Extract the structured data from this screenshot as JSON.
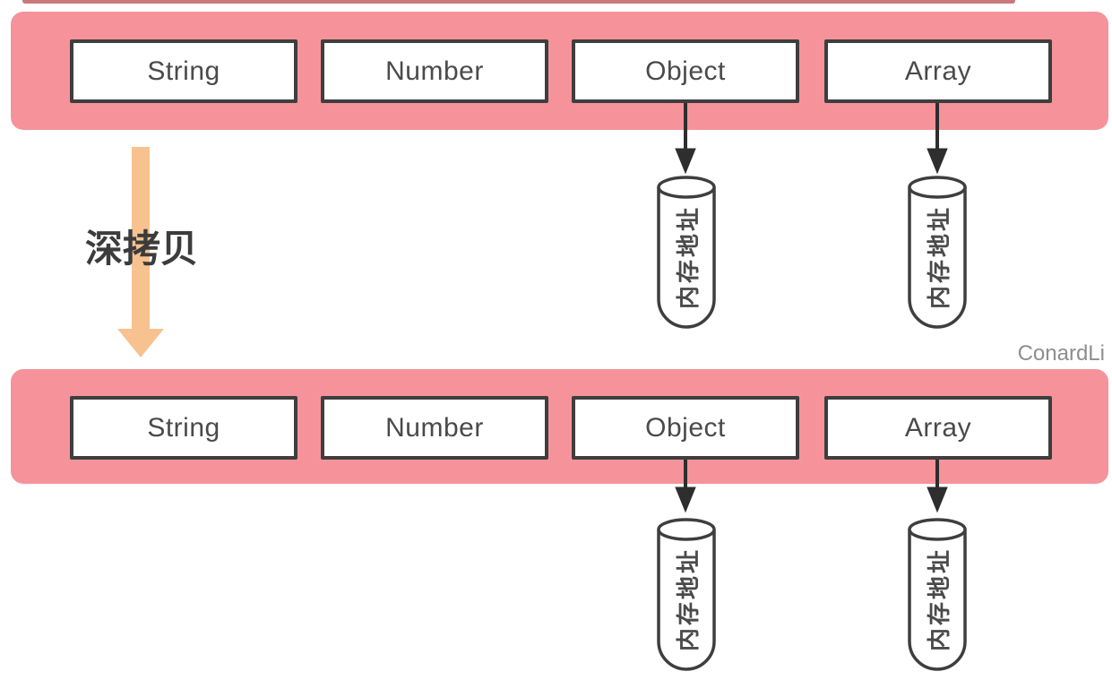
{
  "diagram_title": "深拷贝",
  "watermark": "ConardLi",
  "memory_cell_label": "内存地址",
  "colors": {
    "bar_pink": "#f6939a",
    "box_border": "#3e3e3e",
    "box_text": "#4a4a4a",
    "arrow_black": "#2e2e2e",
    "deep_copy_arrow_orange": "#f7c28f",
    "deep_copy_text": "#3c3c3c",
    "cylinder_stroke": "#3e3e3e",
    "watermark_gray": "#8e8e8e"
  },
  "rows": [
    {
      "name": "original",
      "boxes": [
        {
          "label": "String",
          "points_to_memory": false
        },
        {
          "label": "Number",
          "points_to_memory": false
        },
        {
          "label": "Object",
          "points_to_memory": true
        },
        {
          "label": "Array",
          "points_to_memory": true
        }
      ]
    },
    {
      "name": "deep-copy-result",
      "boxes": [
        {
          "label": "String",
          "points_to_memory": false
        },
        {
          "label": "Number",
          "points_to_memory": false
        },
        {
          "label": "Object",
          "points_to_memory": true
        },
        {
          "label": "Array",
          "points_to_memory": true
        }
      ]
    }
  ]
}
